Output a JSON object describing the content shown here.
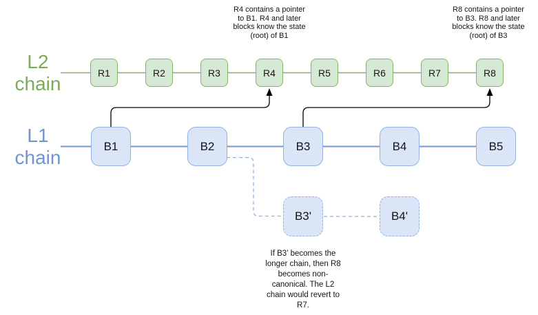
{
  "diagram": {
    "l2": {
      "label": "L2\nchain",
      "blocks": [
        "R1",
        "R2",
        "R3",
        "R4",
        "R5",
        "R6",
        "R7",
        "R8"
      ]
    },
    "l1": {
      "label": "L1\nchain",
      "blocks": [
        "B1",
        "B2",
        "B3",
        "B4",
        "B5"
      ]
    },
    "fork": {
      "blocks": [
        "B3'",
        "B4'"
      ]
    },
    "annotations": {
      "r4": "R4 contains a pointer\nto B1. R4 and later\nblocks know the state\n(root) of B1",
      "r8": "R8 contains a pointer\nto B3. R8 and later\nblocks know the state\n(root) of B3",
      "fork": "If B3' becomes the\nlonger chain, then R8\nbecomes non-\ncanonical. The L2\nchain would revert to\nR7."
    },
    "colors": {
      "l2_fill": "#d5e8d4",
      "l2_stroke": "#82b366",
      "l2_text": "#7aab59",
      "l1_fill": "#dbe5f8",
      "l1_stroke": "#92b1e3",
      "l1_text": "#6f95ca",
      "l1_line": "#7da3d8",
      "fork_dash": "#8fb1e0",
      "arrow": "#000000"
    }
  }
}
